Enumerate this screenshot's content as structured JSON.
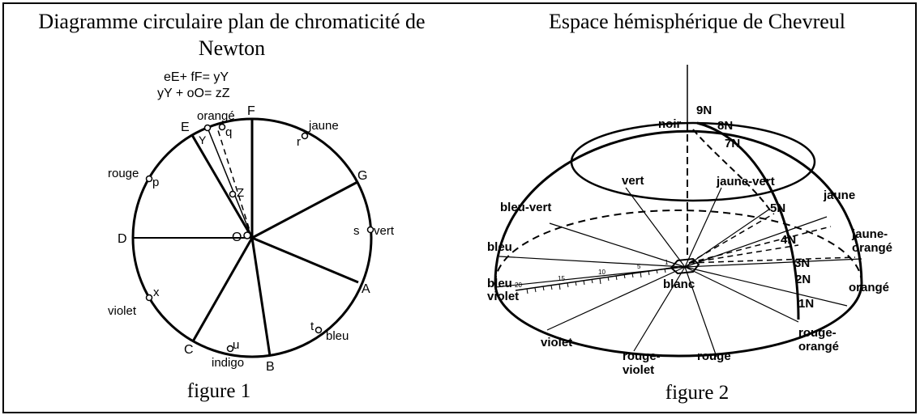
{
  "figure1": {
    "title": "Diagramme circulaire plan de chromaticité de Newton",
    "caption": "figure 1",
    "formula_1": "eE+ fF= yY",
    "formula_2": "yY + oO= zZ",
    "points": {
      "E": "E",
      "F": "F",
      "G": "G",
      "A": "A",
      "B": "B",
      "C": "C",
      "D": "D",
      "O": "O",
      "Y": "Y",
      "Z": "Z",
      "q": "q",
      "r": "r",
      "p": "p",
      "s": "s",
      "x": "x",
      "t": "t",
      "u": "u"
    },
    "colors": {
      "orange": "orangé",
      "jaune": "jaune",
      "rouge": "rouge",
      "vert": "vert",
      "violet": "violet",
      "bleu": "bleu",
      "indigo": "indigo"
    }
  },
  "figure2": {
    "title": "Espace hémisphérique de Chevreul",
    "caption": "figure 2",
    "center": "blanc",
    "top": "noir",
    "colors": {
      "vert": "vert",
      "bleu_vert": "bleu-vert",
      "bleu": "bleu",
      "bleu_violet_1": "bleu",
      "bleu_violet_2": "violet",
      "violet": "violet",
      "rouge_violet_1": "rouge-",
      "rouge_violet_2": "violet",
      "rouge": "rouge",
      "rouge_orange_1": "rouge-",
      "rouge_orange_2": "orangé",
      "orange": "orangé",
      "jaune_orange_1": "jaune-",
      "jaune_orange_2": "orangé",
      "jaune": "jaune",
      "jaune_vert": "jaune-vert"
    },
    "levels": [
      "1N",
      "2N",
      "3N",
      "4N",
      "5N",
      "7N",
      "8N",
      "9N"
    ],
    "scale": [
      "20",
      "15",
      "10",
      "5",
      "1"
    ]
  }
}
